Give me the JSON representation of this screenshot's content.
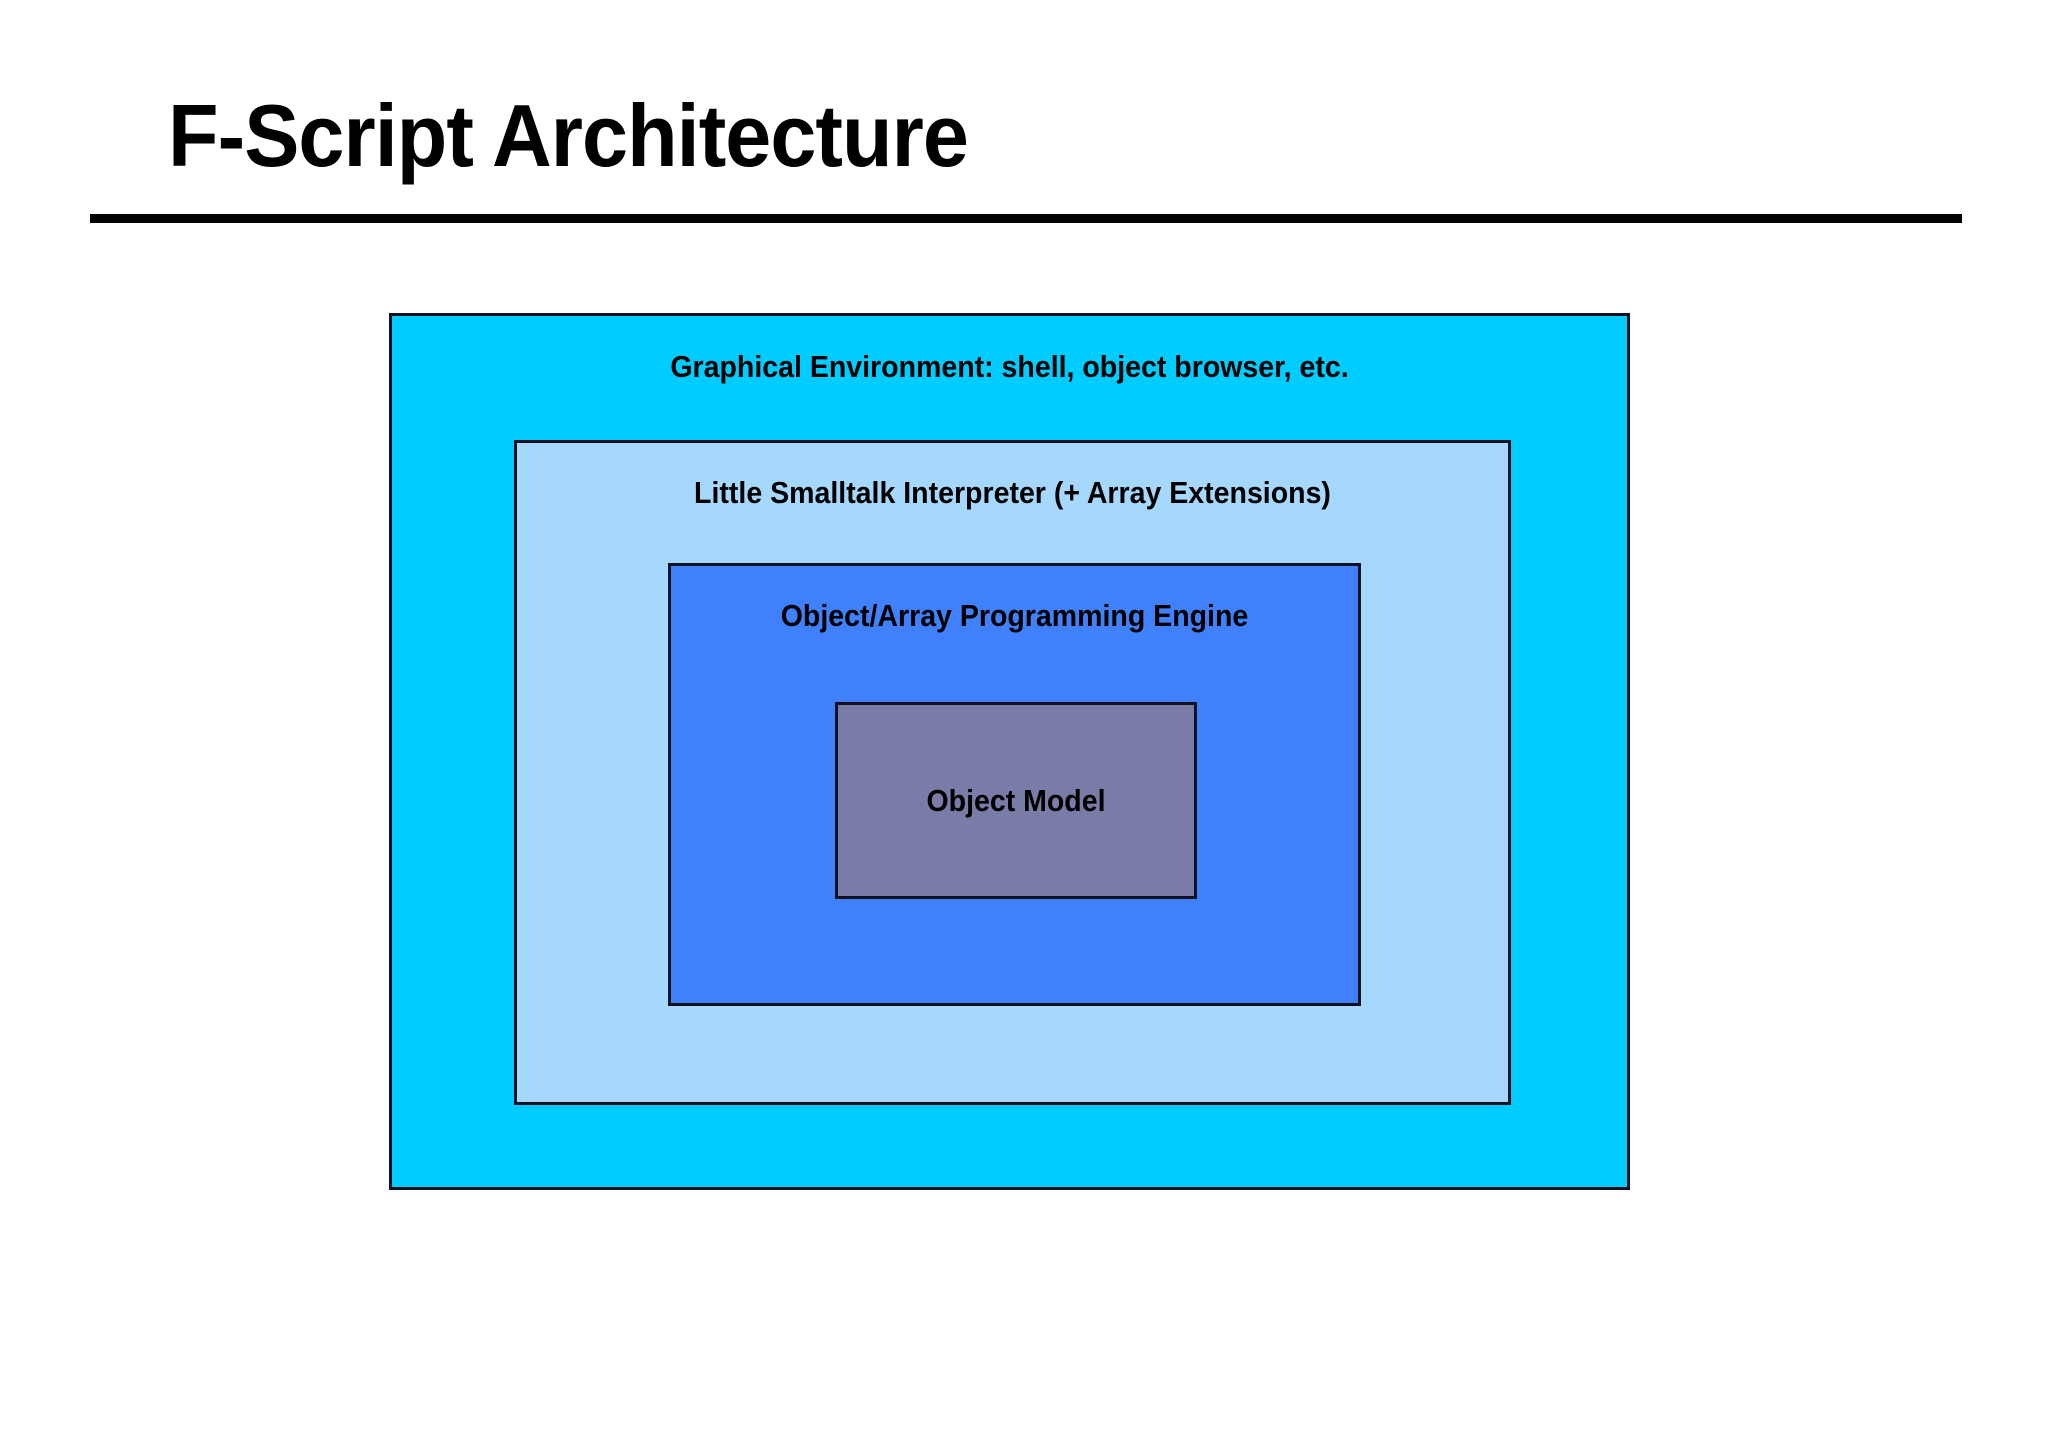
{
  "slide": {
    "title": "F-Script Architecture",
    "background_color": "#ffffff",
    "rule_color": "#000000"
  },
  "diagram": {
    "type": "nested-containment",
    "description": "Four concentric rectangles showing F-Script layered architecture, outermost first",
    "layers": [
      {
        "id": "graphical-environment",
        "label": "Graphical Environment: shell, object browser, etc.",
        "fill_color": "#00ccff",
        "border_color": "#111122",
        "depth": 0
      },
      {
        "id": "interpreter",
        "label": "Little Smalltalk Interpreter (+ Array Extensions)",
        "fill_color": "#a6d7fc",
        "border_color": "#111122",
        "depth": 1
      },
      {
        "id": "engine",
        "label": "Object/Array Programming Engine",
        "fill_color": "#4080fb",
        "border_color": "#111122",
        "depth": 2
      },
      {
        "id": "object-model",
        "label": "Object Model",
        "fill_color": "#7a7ca8",
        "border_color": "#111122",
        "depth": 3
      }
    ]
  }
}
